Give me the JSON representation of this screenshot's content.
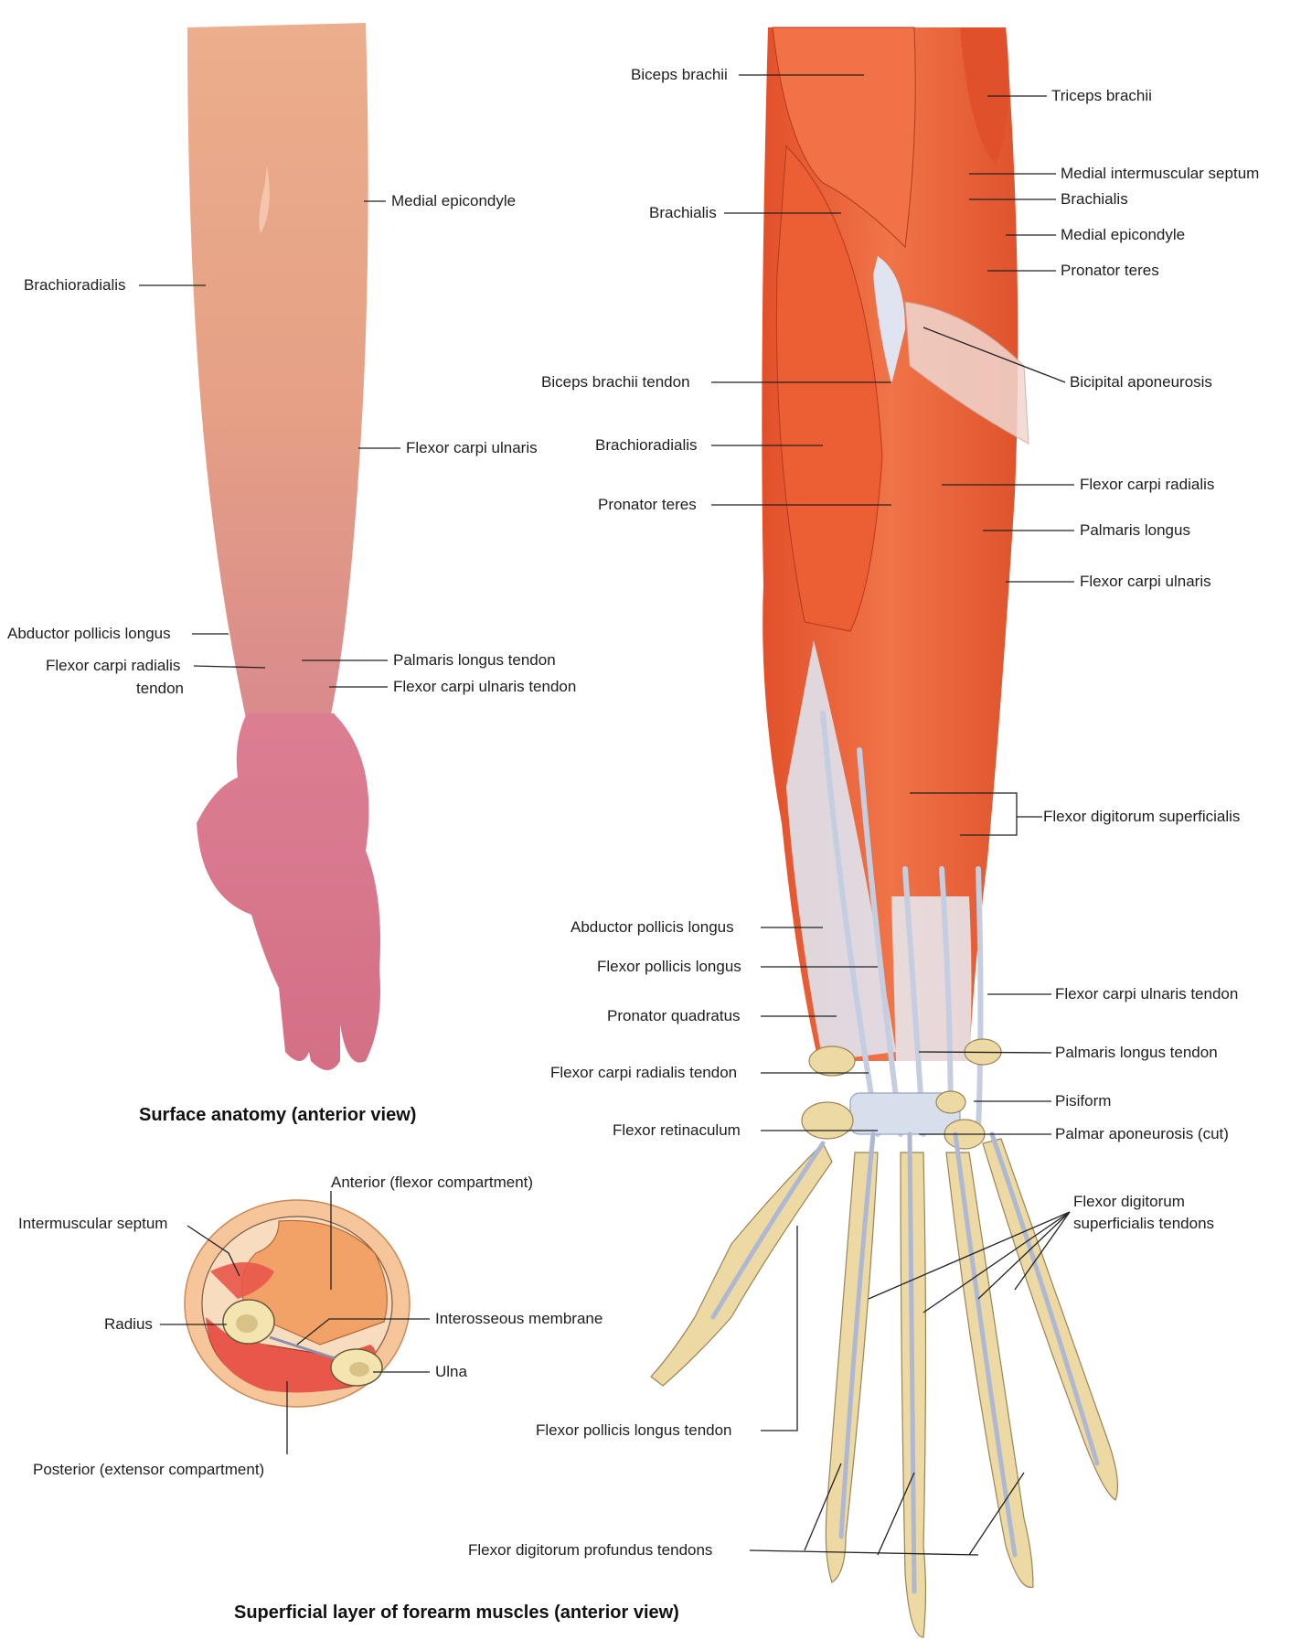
{
  "surface": {
    "title": "Surface anatomy (anterior view)",
    "labels": {
      "medial_epicondyle": "Medial epicondyle",
      "brachioradialis": "Brachioradialis",
      "flexor_carpi_ulnaris": "Flexor carpi ulnaris",
      "abductor_pollicis_longus": "Abductor pollicis longus",
      "flexor_carpi_radialis_tendon_1": "Flexor carpi radialis",
      "flexor_carpi_radialis_tendon_2": "tendon",
      "palmaris_longus_tendon": "Palmaris longus tendon",
      "flexor_carpi_ulnaris_tendon": "Flexor carpi ulnaris tendon"
    }
  },
  "cross_section": {
    "labels": {
      "anterior": "Anterior (flexor compartment)",
      "intermuscular_septum": "Intermuscular septum",
      "radius": "Radius",
      "interosseous_membrane": "Interosseous membrane",
      "ulna": "Ulna",
      "posterior": "Posterior (extensor compartment)"
    },
    "colors": {
      "skin": "#f6c59a",
      "anterior": "#f2a266",
      "posterior": "#e8574a",
      "bone": "#f4e4b0"
    }
  },
  "muscles": {
    "title": "Superficial layer of forearm muscles (anterior view)",
    "left_labels": {
      "biceps_brachii": "Biceps brachii",
      "brachialis": "Brachialis",
      "biceps_brachii_tendon": "Biceps brachii tendon",
      "brachioradialis": "Brachioradialis",
      "pronator_teres": "Pronator teres",
      "abductor_pollicis_longus": "Abductor pollicis longus",
      "flexor_pollicis_longus": "Flexor pollicis longus",
      "pronator_quadratus": "Pronator quadratus",
      "flexor_carpi_radialis_tendon": "Flexor carpi radialis tendon",
      "flexor_retinaculum": "Flexor retinaculum",
      "flexor_pollicis_longus_tendon": "Flexor pollicis longus tendon",
      "flexor_digitorum_profundus_tendons": "Flexor digitorum profundus tendons"
    },
    "right_labels": {
      "triceps_brachii": "Triceps brachii",
      "medial_intermuscular_septum": "Medial intermuscular septum",
      "brachialis": "Brachialis",
      "medial_epicondyle": "Medial epicondyle",
      "pronator_teres": "Pronator teres",
      "bicipital_aponeurosis": "Bicipital aponeurosis",
      "flexor_carpi_radialis": "Flexor carpi radialis",
      "palmaris_longus": "Palmaris longus",
      "flexor_carpi_ulnaris": "Flexor carpi ulnaris",
      "flexor_digitorum_superficialis": "Flexor digitorum superficialis",
      "flexor_carpi_ulnaris_tendon": "Flexor carpi ulnaris tendon",
      "palmaris_longus_tendon": "Palmaris longus tendon",
      "pisiform": "Pisiform",
      "palmar_aponeurosis": "Palmar aponeurosis (cut)",
      "fds_tendons_1": "Flexor digitorum",
      "fds_tendons_2": "superficialis tendons"
    },
    "colors": {
      "muscle": "#e8562e",
      "muscle_light": "#f07a4e",
      "tendon": "#d4dcec",
      "bone": "#ecd9a4"
    }
  }
}
